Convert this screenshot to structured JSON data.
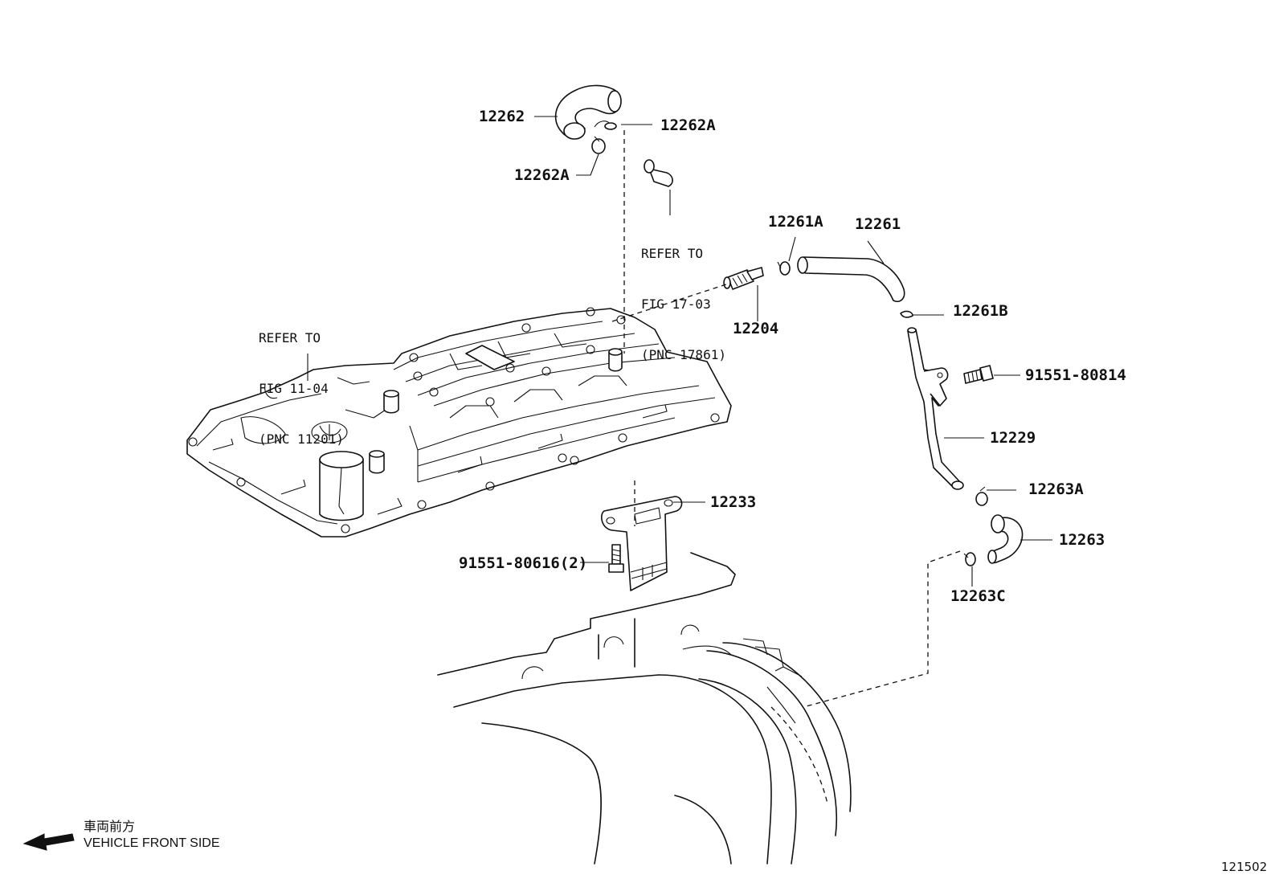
{
  "labels": {
    "p12262": "12262",
    "p12262a_top": "12262A",
    "p12262a_bottom": "12262A",
    "p12261a": "12261A",
    "p12261": "12261",
    "p12261b": "12261B",
    "p12204": "12204",
    "p91551_80814": "91551-80814",
    "p12229": "12229",
    "p12263a": "12263A",
    "p12263": "12263",
    "p12263c": "12263C",
    "p12233": "12233",
    "p91551_80616": "91551-80616(2)"
  },
  "references": {
    "fig_17_03": {
      "line1": "REFER TO",
      "line2": "FIG 17-03",
      "line3": "(PNC 17861)"
    },
    "fig_11_04": {
      "line1": "REFER TO",
      "line2": "FIG 11-04",
      "line3": "(PNC 11201)"
    }
  },
  "front_indicator": {
    "jp": "車両前方",
    "en": "VEHICLE FRONT SIDE"
  },
  "figure_number": "121502"
}
